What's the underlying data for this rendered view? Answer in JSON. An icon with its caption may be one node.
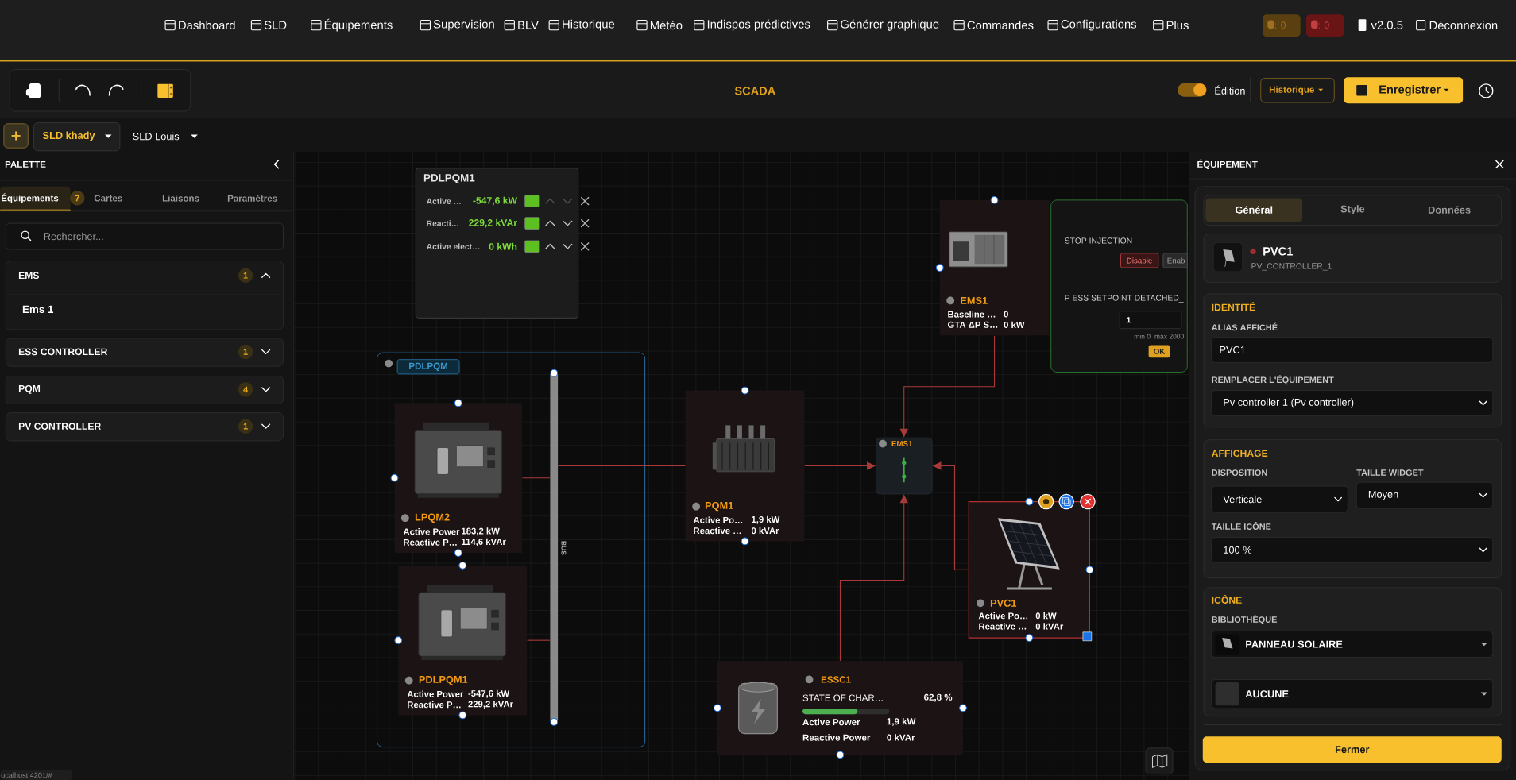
{
  "diagram": {
    "nodes": [
      {
        "text": [
          "PDLPQM1",
          "Active …",
          "-547,6 kW",
          "Reacti…",
          "229,2 kVAr",
          "Active elect…",
          "0 kWh"
        ]
      },
      {
        "text": [
          "EMS1",
          "Baseline …",
          "0",
          "GTA ΔP S…",
          "0 kW"
        ]
      },
      {
        "text": [
          "STOP INJECTION",
          "Disable",
          "Enab",
          "P ESS SETPOINT DETACHED_",
          "1",
          "min 0",
          "max 2000",
          "OK"
        ]
      },
      {
        "text": [
          "PDLPQM"
        ]
      },
      {
        "text": [
          "LPQM2",
          "Active Power",
          "183,2 kW",
          "Reactive P…",
          "114,6 kVAr"
        ],
        "in": 3
      },
      {
        "text": [
          "PDLPQM1",
          "Active Power",
          "-547,6 kW",
          "Reactive P…",
          "229,2 kVAr"
        ],
        "in": 3
      },
      {
        "text": [
          "BUS"
        ],
        "in": 3
      },
      {
        "text": [
          "PQM1",
          "Active Po…",
          "1,9 kW",
          "Reactive …",
          "0 kVAr"
        ]
      },
      {
        "text": [
          "EMS1"
        ]
      },
      {
        "text": [
          "PVC1",
          "Active Po…",
          "0 kW",
          "Reactive …",
          "0 kVAr"
        ]
      },
      {
        "text": [
          "ESSC1",
          "STATE OF CHAR…",
          "62,8 %",
          "Active Power",
          "1,9 kW",
          "Reactive Power",
          "0 kVAr"
        ]
      }
    ],
    "edges": [
      {
        "from": 4,
        "to": 6,
        "arrow": "none"
      },
      {
        "from": 5,
        "to": 6,
        "arrow": "none"
      },
      {
        "from": 6,
        "to": 7,
        "arrow": "none"
      },
      {
        "from": 7,
        "to": 8,
        "arrow": "to"
      },
      {
        "from": 1,
        "to": 8,
        "arrow": "to"
      },
      {
        "from": 9,
        "to": 8,
        "arrow": "to"
      },
      {
        "from": 10,
        "to": 8,
        "arrow": "to"
      }
    ],
    "labels": [
      "Dashboard",
      "SLD",
      "Équipements",
      "Supervision",
      "BLV",
      "Historique",
      "Météo",
      "Indispos prédictives",
      "Générer graphique",
      "Commandes",
      "Configurations",
      "Plus",
      ": 0",
      ": 0",
      "v2.0.5",
      "Déconnexion",
      "SCADA",
      "Édition",
      "Historique",
      "Enregistrer",
      "SLD khady",
      "SLD Louis",
      "PALETTE",
      "Équipements",
      "7",
      "Cartes",
      "Liaisons",
      "Paramétres",
      "Rechercher...",
      "EMS",
      "1",
      "Ems 1",
      "ESS CONTROLLER",
      "1",
      "PQM",
      "4",
      "PV CONTROLLER",
      "1",
      "ÉQUIPEMENT",
      "Général",
      "Style",
      "Données",
      "PVC1",
      "PV_CONTROLLER_1",
      "IDENTITÉ",
      "ALIAS AFFICHÉ",
      "PVC1",
      "REMPLACER L'ÉQUIPEMENT",
      "Pv controller 1 (Pv controller)",
      "AFFICHAGE",
      "DISPOSITION",
      "TAILLE WIDGET",
      "Verticale",
      "Moyen",
      "TAILLE ICÔNE",
      "100 %",
      "ICÔNE",
      "BIBLIOTHÈQUE",
      "PANNEAU SOLAIRE",
      "AUCUNE",
      "Fermer",
      "ocalhost:4201/#"
    ]
  }
}
